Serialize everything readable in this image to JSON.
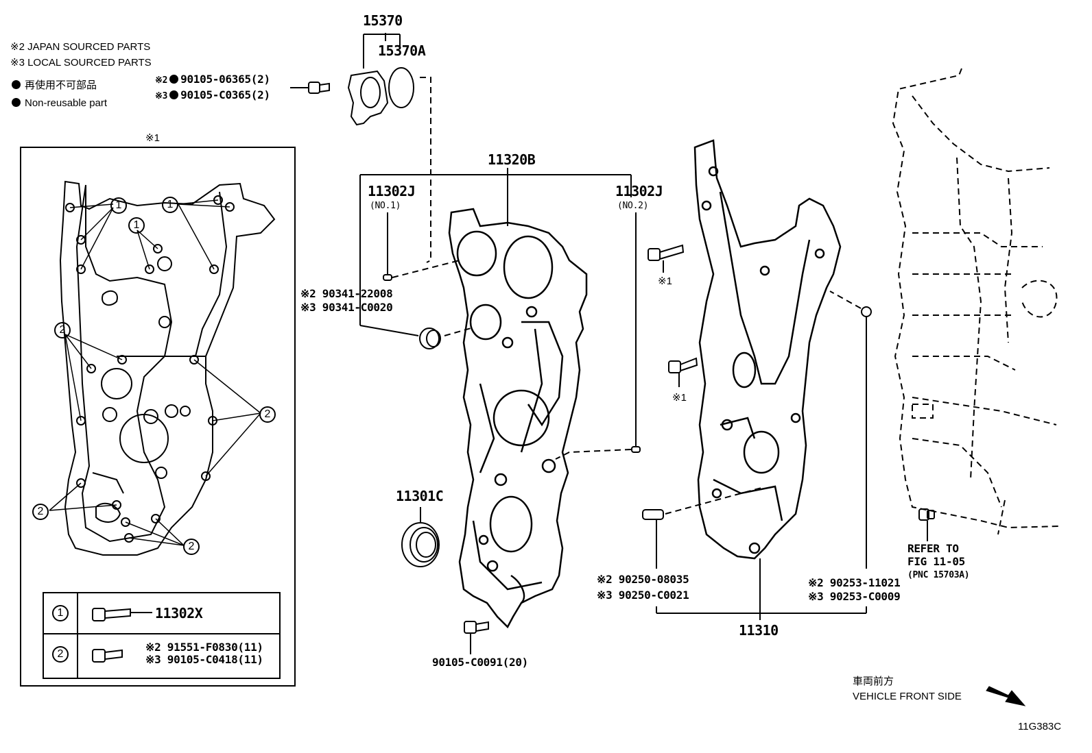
{
  "legend": {
    "japan_sourced": "※2 JAPAN SOURCED PARTS",
    "local_sourced": "※3 LOCAL SOURCED PARTS",
    "non_reusable_jp": "再使用不可部品",
    "non_reusable_en": "Non-reusable part"
  },
  "inset": {
    "title": "※1",
    "callout_1": "1",
    "callout_2": "2",
    "table": {
      "row1_num": "1",
      "row1_part": "11302X",
      "row2_num": "2",
      "row2_part_a": "※2 91551-F0830(11)",
      "row2_part_b": "※3 90105-C0418(11)"
    }
  },
  "parts": {
    "p15370": "15370",
    "p15370A": "15370A",
    "bolt_top_a_prefix": "※2",
    "bolt_top_a": "90105-06365(2)",
    "bolt_top_b_prefix": "※3",
    "bolt_top_b": "90105-C0365(2)",
    "p11320B": "11320B",
    "p11302J_1": "11302J",
    "p11302J_1_sub": "(NO.1)",
    "p11302J_2": "11302J",
    "p11302J_2_sub": "(NO.2)",
    "plug_a": "※2 90341-22008",
    "plug_b": "※3 90341-C0020",
    "p11301C": "11301C",
    "bolt_bottom": "90105-C0091(20)",
    "star1_a": "※1",
    "star1_b": "※1",
    "pin_a": "※2 90250-08035",
    "pin_b": "※3 90250-C0021",
    "plug2_a": "※2 90253-11021",
    "plug2_b": "※3 90253-C0009",
    "p11310": "11310",
    "refer_line1": "REFER TO",
    "refer_line2": "FIG 11-05",
    "refer_line3": "(PNC 15703A)"
  },
  "direction": {
    "jp": "車両前方",
    "en": "VEHICLE FRONT SIDE"
  },
  "figure_code": "11G383C"
}
